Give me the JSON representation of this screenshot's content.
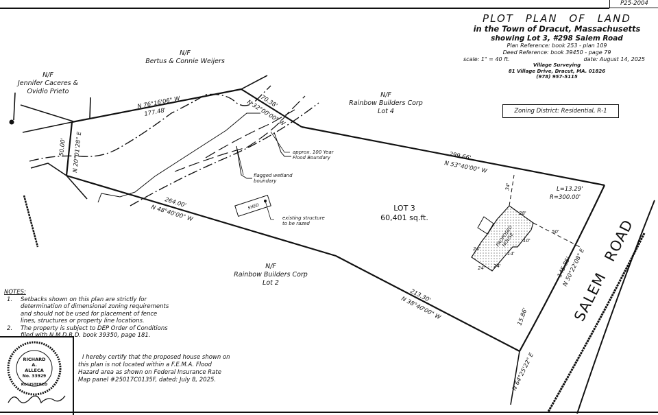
{
  "plan_number": "P25-2004",
  "title": {
    "heading": "PLOT PLAN OF LAND",
    "town": "in the Town of Dracut, Massachusetts",
    "showing": "showing Lot 3, #298 Salem Road",
    "plan_reference": "Plan Reference: book 253 - plan 109",
    "deed_reference": "Deed Reference: book 39450 - page 79",
    "scale": "scale: 1\" = 40 ft.",
    "date": "date: August 14, 2025",
    "surveyor": "Village Surveying",
    "address": "81 Village Drive, Dracut, MA.  01826",
    "phone": "(978) 957-5115",
    "zoning": "Zoning District: Residential, R-1"
  },
  "abutters": {
    "weijers": {
      "nf": "N/F",
      "name": "Bertus & Connie Weijers"
    },
    "caceres": {
      "nf": "N/F",
      "name1": "Jennifer Caceres &",
      "name2": "Ovidio Prieto"
    },
    "lot4": {
      "nf": "N/F",
      "name": "Rainbow Builders Corp",
      "lot": "Lot 4"
    },
    "lot2": {
      "nf": "N/F",
      "name": "Rainbow Builders Corp",
      "lot": "Lot 2"
    }
  },
  "lot": {
    "name": "LOT 3",
    "area": "60,401 sq.ft."
  },
  "road": "SALEM ROAD",
  "bounds": {
    "b1_bearing": "N 76°16'06\" W",
    "b1_dist": "177.48'",
    "b2_bearing": "N 32°00'00\" W",
    "b2_dist": "70.38'",
    "b3_bearing": "N 53°40'00\" W",
    "b3_dist": "299.66'",
    "curve_l": "L=13.29'",
    "curve_r": "R=300.00'",
    "b4_bearing": "N 50°22'08\" E",
    "b4_dist": "145.85'",
    "b5_bearing": "N 64°25'22\" E",
    "b5_dist": "15.86'",
    "b6_bearing": "N 38°40'00\" W",
    "b6_dist": "213.30'",
    "b7_bearing": "N 48°40'00\" W",
    "b7_dist": "264.00'",
    "b8_bearing": "N 20°01'28\" E",
    "b8_dist": "50.00'"
  },
  "annotations": {
    "flood1": "approx. 100 Year",
    "flood2": "Flood Boundary",
    "wetland1": "flagged wetland",
    "wetland2": "boundary",
    "shed": "SHED",
    "existing1": "existing structure",
    "existing2": "to be razed",
    "house1": "PROPOSED",
    "house2": "HOUSE",
    "setback_rear": "34'",
    "setback_front": "50'",
    "dim_28": "28'",
    "dim_24a": "24'",
    "dim_24b": "24'",
    "dim_24c": "24'",
    "dim_14": "14'",
    "dim_10": "10'"
  },
  "notes": {
    "heading": "NOTES:",
    "items": [
      {
        "num": "1.",
        "lines": [
          "Setbacks shown on this plan are strictly for",
          "determination of dimensional zoning requirements",
          "and should not be used for placement of fence",
          "lines, structures or property line locations."
        ]
      },
      {
        "num": "2.",
        "lines": [
          "The property is subject to DEP Order of Conditions",
          "filed with N.M.D.R.D. book 39350, page 181."
        ]
      }
    ]
  },
  "certification": [
    "I hereby certify that the proposed house shown on",
    "this plan is not located within a F.E.M.A. Flood",
    "Hazard area as shown on Federal Insurance Rate",
    "Map panel #25017C0135F, dated: July 8, 2025."
  ],
  "seal": {
    "name1": "RICHARD",
    "name2": "A.",
    "name3": "ALLECA",
    "number": "No. 33929",
    "status": "REGISTERED"
  }
}
